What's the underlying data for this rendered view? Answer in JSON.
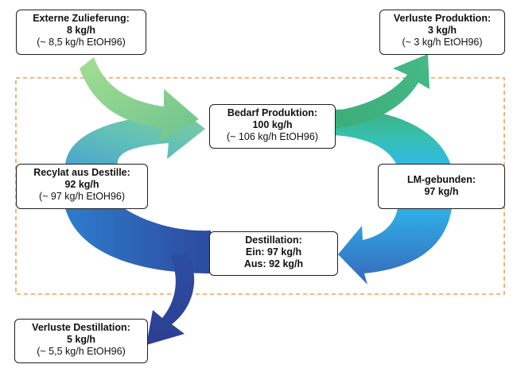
{
  "nodes": {
    "external_supply": {
      "title": "Externe Zulieferung:",
      "value": "8 kg/h",
      "note": "(~ 8,5 kg/h EtOH96)"
    },
    "loss_production": {
      "title": "Verluste Produktion:",
      "value": "3 kg/h",
      "note": "(~ 3 kg/h EtOH96)"
    },
    "demand_production": {
      "title": "Bedarf Produktion:",
      "value": "100 kg/h",
      "note": "(~ 106 kg/h EtOH96)"
    },
    "recyclate": {
      "title": "Recylat aus Destille:",
      "value": "92 kg/h",
      "note": "(~ 97 kg/h EtOH96)"
    },
    "solvent_bound": {
      "title": "LM-gebunden:",
      "value": "97 kg/h"
    },
    "distillation": {
      "title": "Destillation:",
      "in": "Ein: 97 kg/h",
      "out": "Aus: 92 kg/h"
    },
    "loss_distillation": {
      "title": "Verluste Destillation:",
      "value": "5 kg/h",
      "note": "(~ 5,5 kg/h EtOH96)"
    }
  },
  "colors": {
    "boundary": "#f0a050",
    "green_light": "#8fd18a",
    "green": "#3ab27f",
    "teal": "#59c3b6",
    "cyan": "#2fb9ea",
    "blue": "#2f6fbf",
    "navy": "#2a3f93"
  }
}
